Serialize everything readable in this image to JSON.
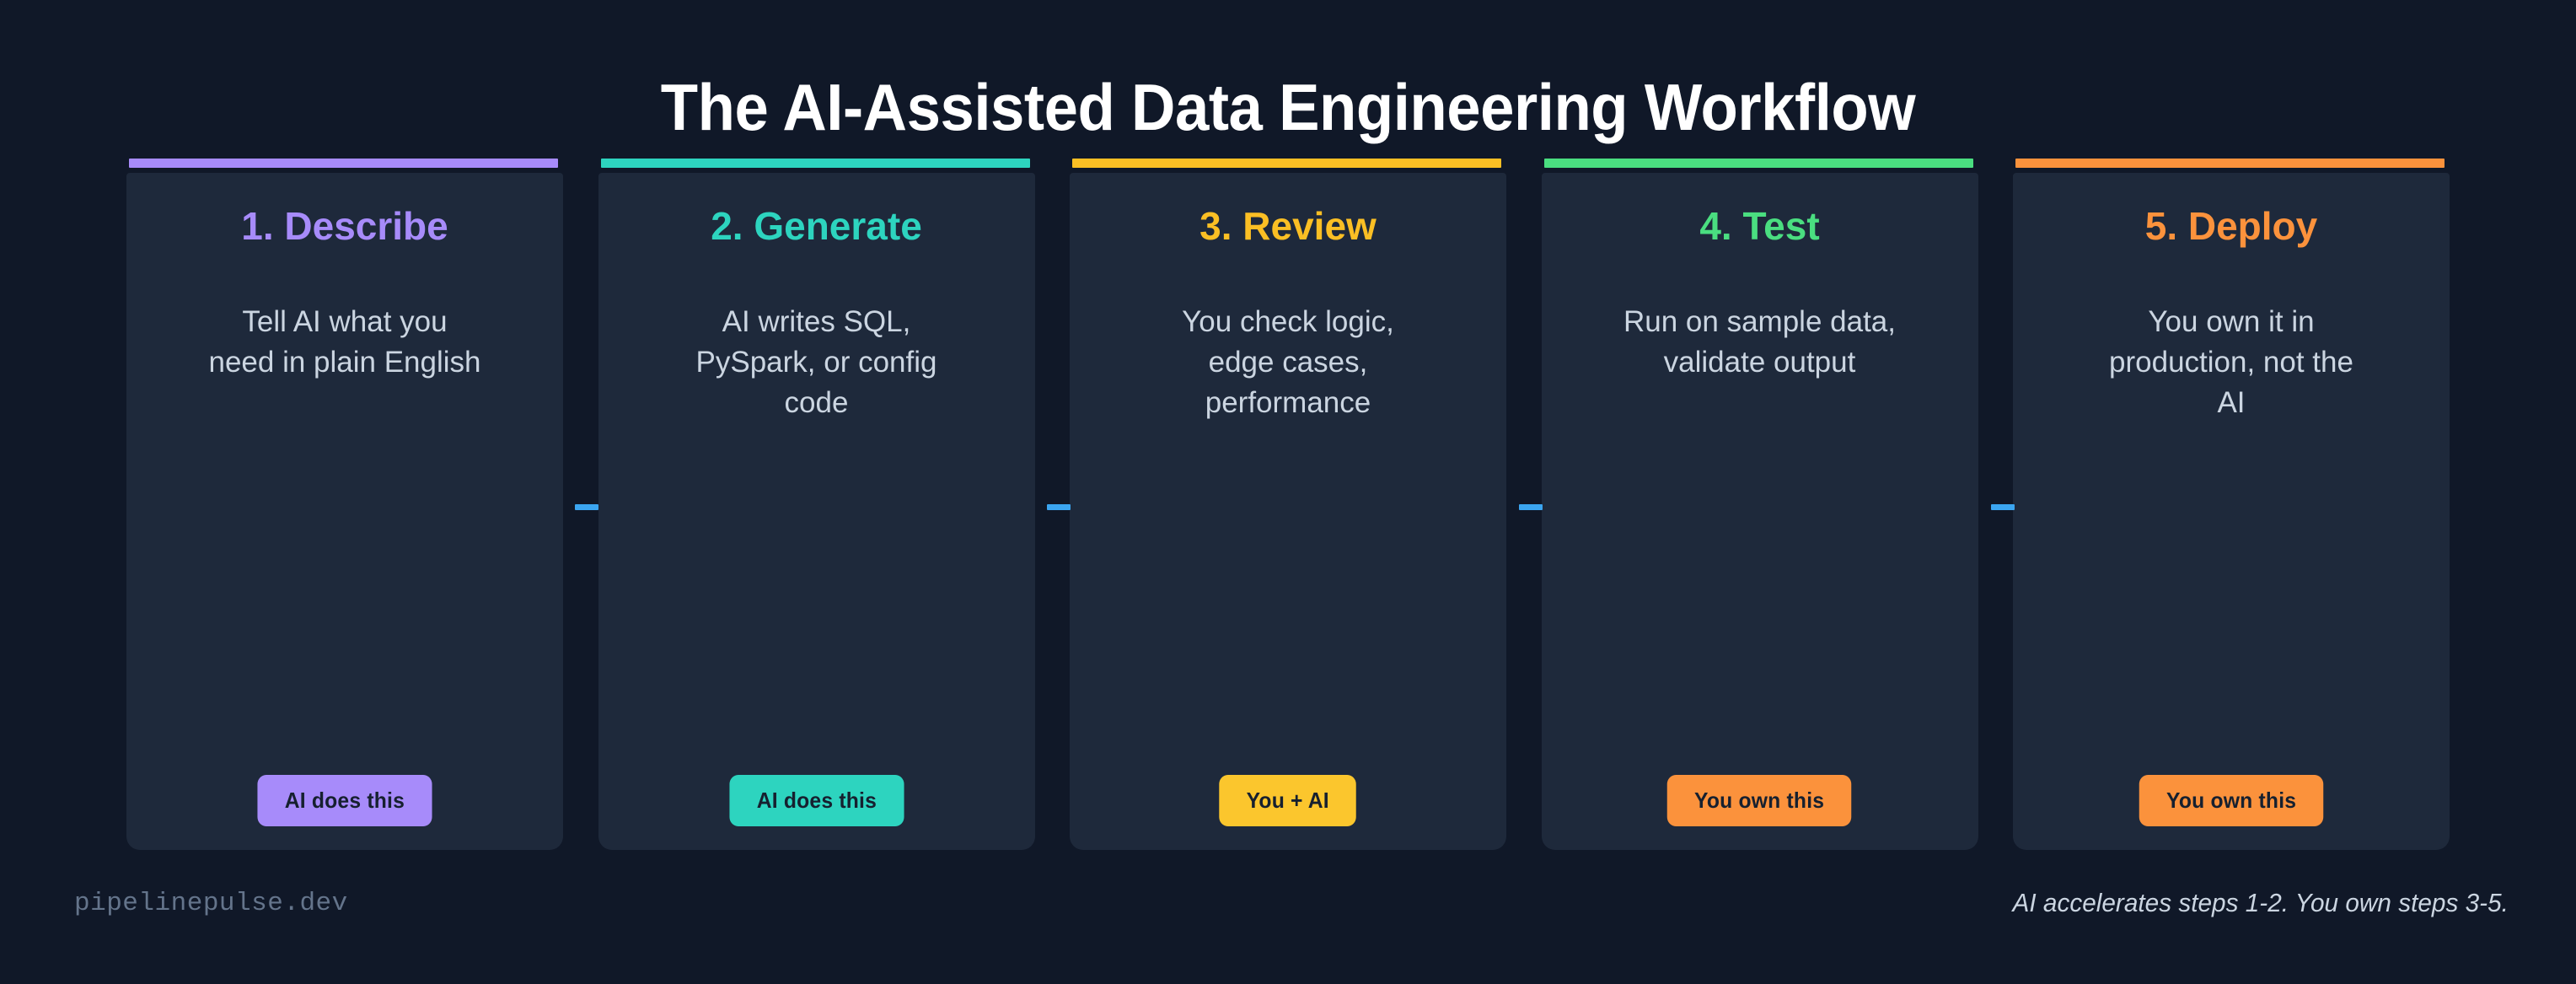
{
  "page": {
    "title": "The AI-Assisted Data Engineering Workflow",
    "background_color": "#101828",
    "card_background_color": "#1E293B",
    "connector_color": "#3BA5F0",
    "body_text_color": "#CBD5E1"
  },
  "steps": [
    {
      "heading": "1. Describe",
      "description": "Tell AI what you need in plain English",
      "badge_label": "AI does this",
      "accent_color": "#A78BFA",
      "badge_bg": "#A78BFA",
      "badge_text_color": "#16202F"
    },
    {
      "heading": "2. Generate",
      "description": "AI writes SQL, PySpark, or config code",
      "badge_label": "AI does this",
      "accent_color": "#2DD4BF",
      "badge_bg": "#2DD4BF",
      "badge_text_color": "#16202F"
    },
    {
      "heading": "3. Review",
      "description": "You check logic, edge cases, performance",
      "badge_label": "You + AI",
      "accent_color": "#FBBF24",
      "badge_bg": "#FBC62D",
      "badge_text_color": "#16202F"
    },
    {
      "heading": "4. Test",
      "description": "Run on sample data, validate output",
      "badge_label": "You own this",
      "accent_color": "#4ADE80",
      "badge_bg": "#FB923C",
      "badge_text_color": "#16202F"
    },
    {
      "heading": "5. Deploy",
      "description": "You own it in production, not the AI",
      "badge_label": "You own this",
      "accent_color": "#FB923C",
      "badge_bg": "#FB923C",
      "badge_text_color": "#16202F"
    }
  ],
  "footer": {
    "site": "pipelinepulse.dev",
    "note": "AI accelerates steps 1-2. You own steps 3-5."
  }
}
